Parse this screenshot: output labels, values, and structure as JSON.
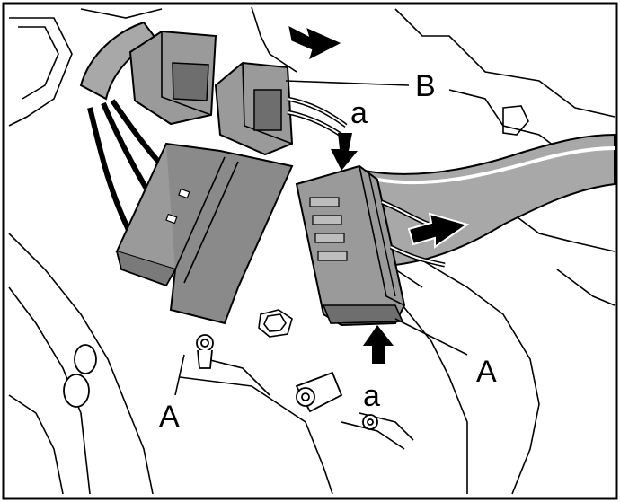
{
  "diagram": {
    "callouts": {
      "B": "B",
      "a_top": "a",
      "a_bottom": "a",
      "A_right": "A",
      "A_left": "A"
    },
    "colors": {
      "line": "#000000",
      "connector_fill": "#9a9a9a",
      "connector_dark": "#6e6e6e",
      "harness_fill": "#a8a8a8",
      "background": "#ffffff"
    },
    "icons": [
      "arrow-right-icon",
      "arrow-down-icon",
      "arrow-up-icon",
      "arrow-double-icon"
    ]
  }
}
